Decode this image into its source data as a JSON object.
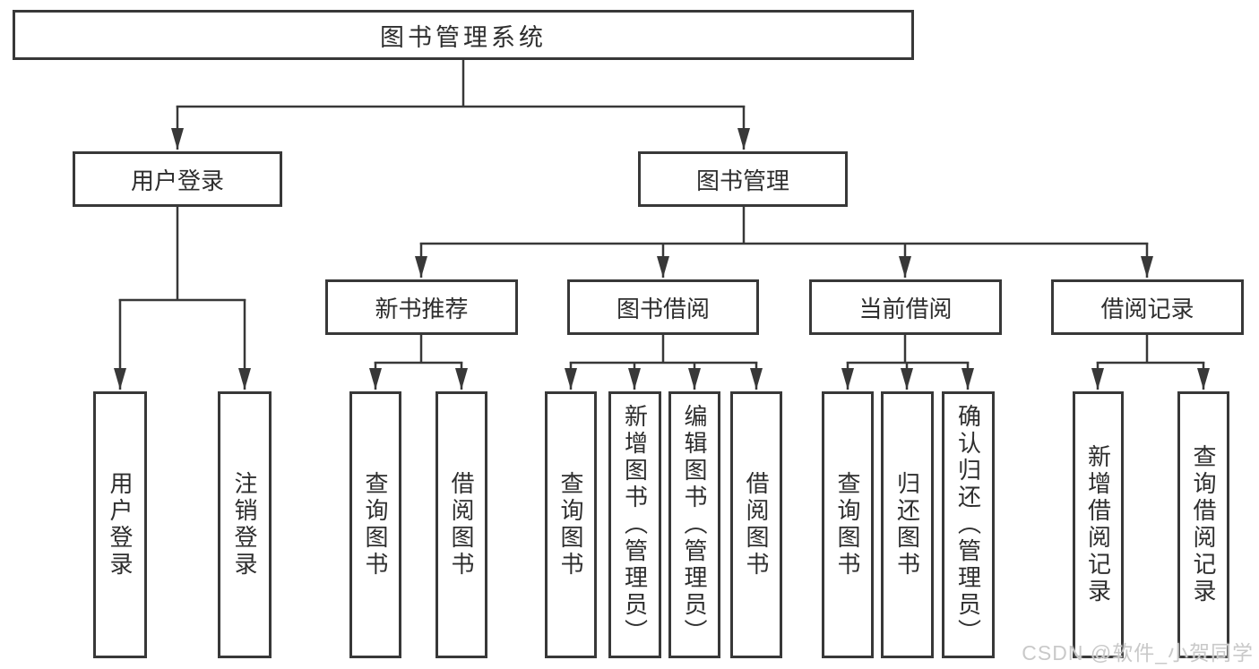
{
  "colors": {
    "line": "#383838",
    "box_border": "#383838",
    "box_background": "#ffffff",
    "text": "#2e2e2e",
    "watermark_text": "#c9c9c9"
  },
  "watermark": {
    "text": "CSDN @软件_小贺同学"
  },
  "tree": {
    "label": "图书管理系统",
    "children": [
      {
        "label": "用户登录",
        "children": [
          {
            "label": "用户登录"
          },
          {
            "label": "注销登录"
          }
        ]
      },
      {
        "label": "图书管理",
        "children": [
          {
            "label": "新书推荐",
            "children": [
              {
                "label": "查询图书"
              },
              {
                "label": "借阅图书"
              }
            ]
          },
          {
            "label": "图书借阅",
            "children": [
              {
                "label": "查询图书"
              },
              {
                "label": "新增图书（管理员）"
              },
              {
                "label": "编辑图书（管理员）"
              },
              {
                "label": "借阅图书"
              }
            ]
          },
          {
            "label": "当前借阅",
            "children": [
              {
                "label": "查询图书"
              },
              {
                "label": "归还图书"
              },
              {
                "label": "确认归还（管理员）"
              }
            ]
          },
          {
            "label": "借阅记录",
            "children": [
              {
                "label": "新增借阅记录"
              },
              {
                "label": "查询借阅记录"
              }
            ]
          }
        ]
      }
    ]
  }
}
